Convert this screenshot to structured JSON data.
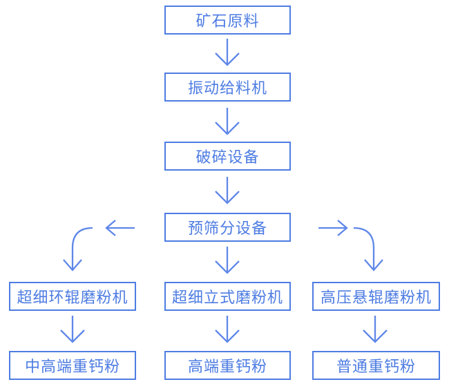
{
  "colors": {
    "line": "#4d7ce2",
    "arrow": "#5f87e8",
    "background": "#ffffff"
  },
  "flowchart": {
    "main_chain": [
      {
        "label": "矿石原料"
      },
      {
        "label": "振动给料机"
      },
      {
        "label": "破碎设备"
      },
      {
        "label": "预筛分设备"
      }
    ],
    "branches": [
      {
        "machine": "超细环辊磨粉机",
        "product": "中高端重钙粉"
      },
      {
        "machine": "超细立式磨粉机",
        "product": "高端重钙粉"
      },
      {
        "machine": "高压悬辊磨粉机",
        "product": "普通重钙粉"
      }
    ]
  }
}
